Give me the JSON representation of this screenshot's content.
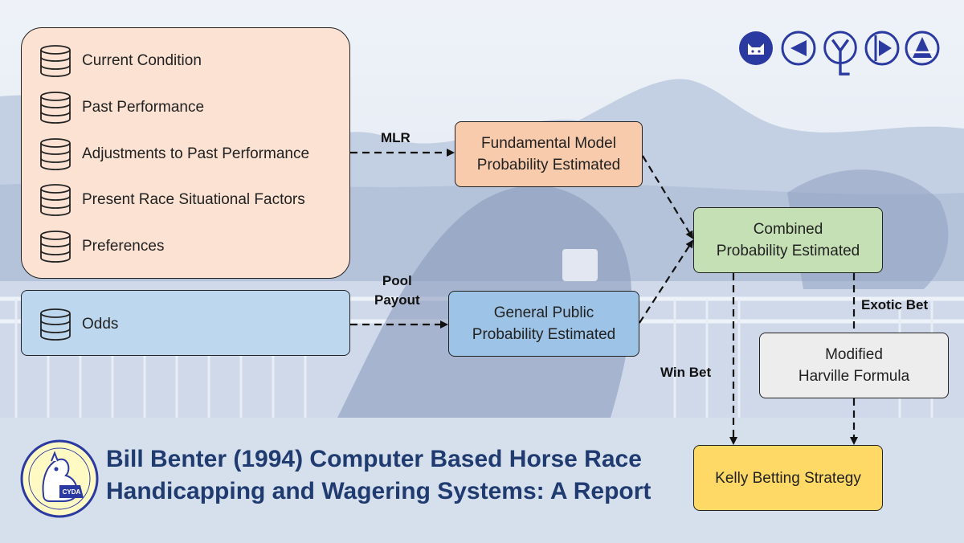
{
  "features": [
    {
      "name": "feature-current-condition",
      "label": "Current Condition"
    },
    {
      "name": "feature-past-performance",
      "label": "Past Performance"
    },
    {
      "name": "feature-adjustments",
      "label": "Adjustments to Past Performance"
    },
    {
      "name": "feature-situational-factors",
      "label": "Present Race Situational Factors"
    },
    {
      "name": "feature-preferences",
      "label": "Preferences"
    }
  ],
  "odds": {
    "label": "Odds"
  },
  "nodes": {
    "fundamental": "Fundamental Model\nProbability Estimated",
    "public": "General Public\nProbability Estimated",
    "combined": "Combined\nProbability Estimated",
    "harville": "Modified\nHarville Formula",
    "kelly": "Kelly Betting Strategy"
  },
  "edge_labels": {
    "mlr": "MLR",
    "pool_payout": "Pool\nPayout",
    "exotic_bet": "Exotic Bet",
    "win_bet": "Win Bet"
  },
  "title": "Bill Benter (1994) Computer Based Horse Race\nHandicapping and Wagering Systems: A Report",
  "logo": {
    "badge_text": "CYDA"
  },
  "colors": {
    "features_fill": "#fbe2d3",
    "odds_fill": "#bdd7ee",
    "fundamental_fill": "#f8cbad",
    "public_fill": "#9dc3e6",
    "combined_fill": "#c5e0b4",
    "harville_fill": "#ededed",
    "kelly_fill": "#ffd966",
    "title_color": "#1f3b70",
    "logo_blue": "#2b3aa0"
  }
}
